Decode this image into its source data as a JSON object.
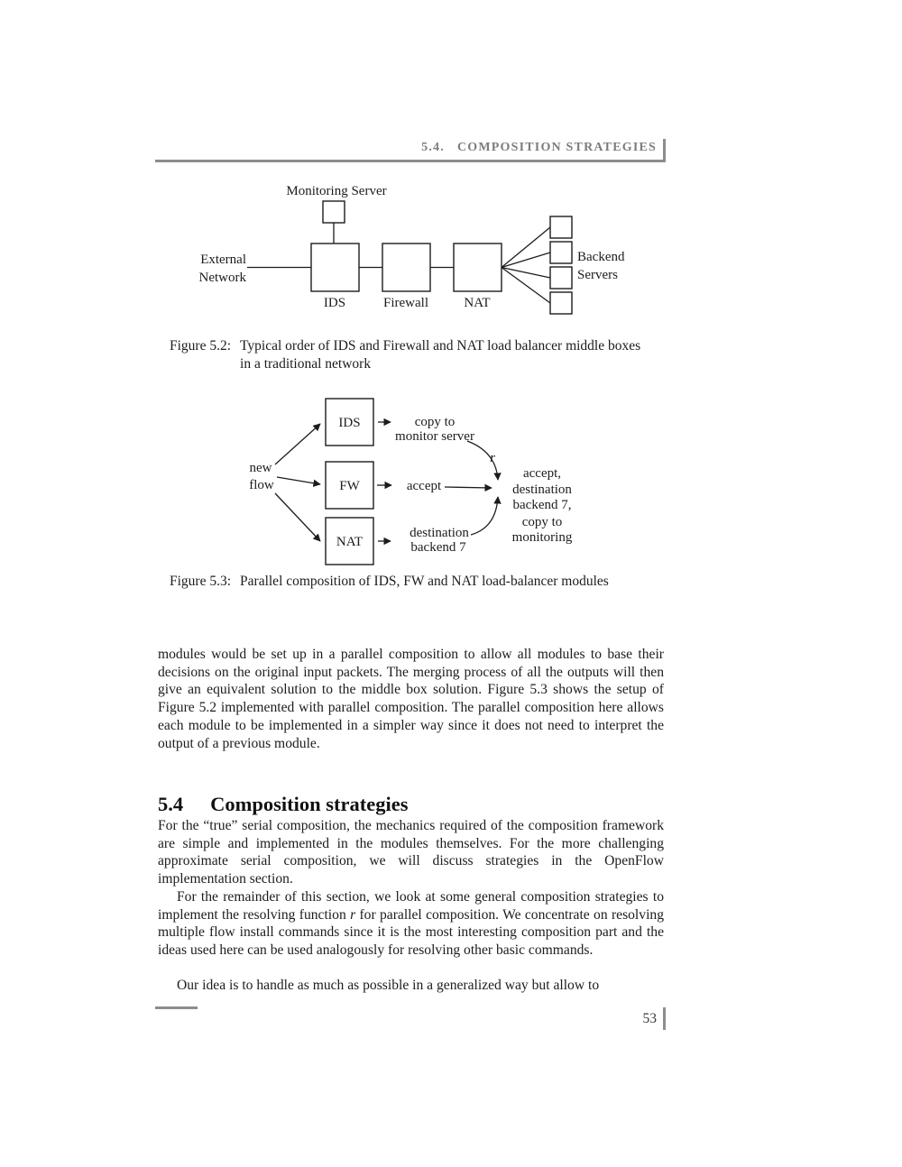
{
  "page": {
    "running_head_number": "5.4.",
    "running_head_title": "COMPOSITION STRATEGIES",
    "page_number": "53"
  },
  "figure52": {
    "monitoring_server": "Monitoring Server",
    "external_line1": "External",
    "external_line2": "Network",
    "ids": "IDS",
    "firewall": "Firewall",
    "nat": "NAT",
    "backend_line1": "Backend",
    "backend_line2": "Servers",
    "caption_label": "Figure 5.2:",
    "caption_text": "Typical order of IDS and Firewall and NAT load balancer middle boxes in a traditional network"
  },
  "figure53": {
    "new_flow_line1": "new",
    "new_flow_line2": "flow",
    "ids": "IDS",
    "fw": "FW",
    "nat": "NAT",
    "copy_line1": "copy to",
    "copy_line2": "monitor server",
    "accept": "accept",
    "dest_line1": "destination",
    "dest_line2": "backend 7",
    "resolver": "r",
    "result_line1": "accept,",
    "result_line2": "destination",
    "result_line3": "backend 7,",
    "result_line4": "copy to",
    "result_line5": "monitoring",
    "caption_label": "Figure 5.3:",
    "caption_text": "Parallel composition of IDS, FW and NAT load-balancer modules"
  },
  "body": {
    "para1": "modules would be set up in a parallel composition to allow all modules to base their decisions on the original input packets. The merging process of all the outputs will then give an equivalent solution to the middle box solution. Figure 5.3 shows the setup of Figure 5.2 implemented with parallel composition. The parallel composition here allows each module to be implemented in a simpler way since it does not need to interpret the output of a previous module.",
    "section_number": "5.4",
    "section_title": "Composition strategies",
    "para2": "For the “true” serial composition, the mechanics required of the composition framework are simple and implemented in the modules themselves. For the more challenging approximate serial composition, we will discuss strategies in the OpenFlow implementation section.",
    "para3_before": "For the remainder of this section, we look at some general composition strategies to implement the resolving function ",
    "para3_var": "r",
    "para3_after": " for parallel composition. We concentrate on resolving multiple flow install commands since it is the most interesting composition part and the ideas used here can be used analogously for resolving other basic commands.",
    "para4": "Our idea is to handle as much as possible in a generalized way but allow to"
  }
}
